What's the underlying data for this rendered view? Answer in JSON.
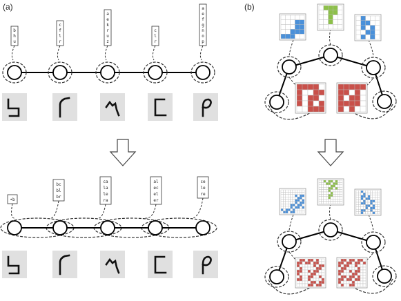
{
  "panel_a": {
    "label": "(a)",
    "top_tags": [
      "bhu",
      "cflr",
      "aekruz",
      "clr",
      "aefgnop"
    ],
    "bottom_tags": [
      [
        "•b"
      ],
      [
        "bc",
        "bl",
        "br"
      ],
      [
        "ca",
        "la",
        "le",
        "ra"
      ],
      [
        "al",
        "ec",
        "el",
        "er"
      ],
      [
        "ce",
        "le",
        "re"
      ]
    ]
  },
  "panel_b": {
    "label": "(b)"
  },
  "colors": {
    "blue": "#4a90d9",
    "green": "#8dc04a",
    "red": "#c9504a",
    "glyph_bg": "#e0e0e0",
    "stroke": "#000000"
  }
}
